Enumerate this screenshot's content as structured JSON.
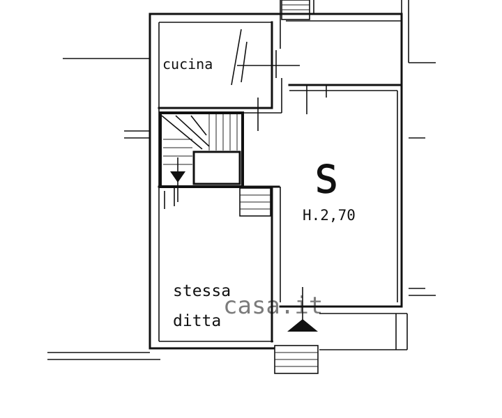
{
  "rooms": [
    {
      "id": "kitchen",
      "label": "cucina"
    },
    {
      "id": "living",
      "label": "S",
      "height": "H.2,70"
    },
    {
      "id": "other",
      "label_lines": [
        "stessa",
        "ditta"
      ]
    }
  ],
  "watermark": {
    "text": "casa.it",
    "color": "#cccccc"
  },
  "colors": {
    "ink": "#111111",
    "paper": "#ffffff"
  }
}
